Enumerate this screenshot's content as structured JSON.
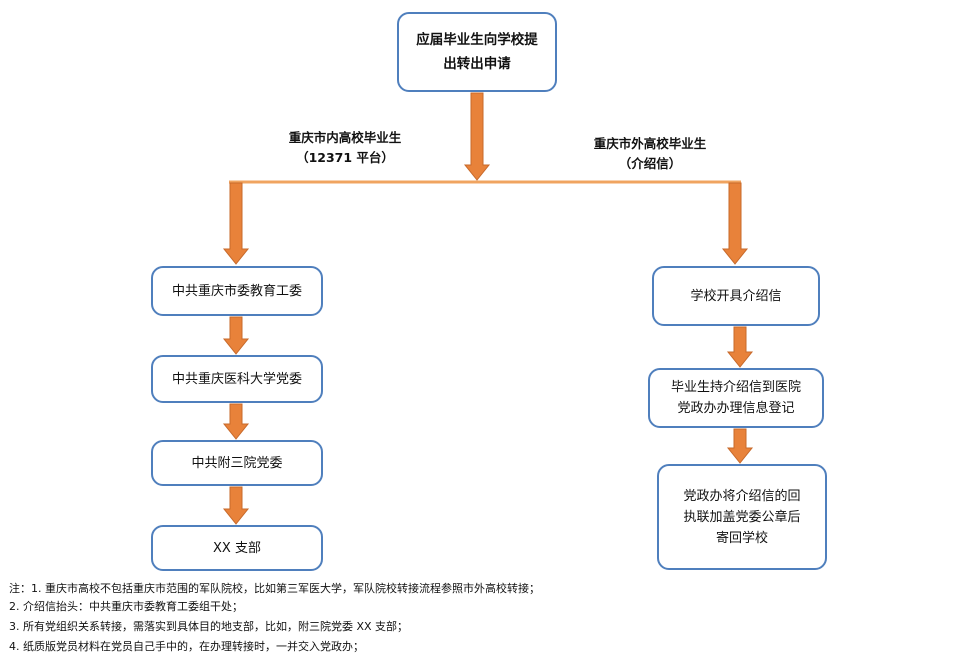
{
  "colors": {
    "box_border": "#4f7fbd",
    "arrow_fill": "#e8823a",
    "arrow_stroke": "#c7692a",
    "line": "#f0a460"
  },
  "top_box": "应届毕业生向学校提\n出转出申请",
  "branches": {
    "left_label": "重庆市内高校毕业生\n（12371 平台）",
    "right_label": "重庆市外高校毕业生\n（介绍信）"
  },
  "left_chain": [
    "中共重庆市委教育工委",
    "中共重庆医科大学党委",
    "中共附三院党委",
    "XX 支部"
  ],
  "right_chain": [
    "学校开具介绍信",
    "毕业生持介绍信到医院\n党政办办理信息登记",
    "党政办将介绍信的回\n执联加盖党委公章后\n寄回学校"
  ],
  "notes": [
    "注：1. 重庆市高校不包括重庆市范围的军队院校，比如第三军医大学，军队院校转接流程参照市外高校转接；",
    "2. 介绍信抬头：中共重庆市委教育工委组干处；",
    "3. 所有党组织关系转接，需落实到具体目的地支部，比如，附三院党委 XX 支部；",
    "4. 纸质版党员材料在党员自己手中的，在办理转接时，一并交入党政办；"
  ]
}
